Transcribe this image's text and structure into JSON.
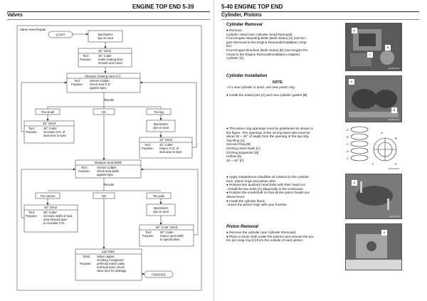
{
  "left_page": {
    "header": "ENGINE TOP END 5-39",
    "section": "Valves",
    "flowchart": {
      "title": "Valve Seat Repair",
      "start": "START",
      "machinist_dye": [
        "Machinist's",
        "dye on seat"
      ],
      "grind45_top": "45° Grind",
      "tool45_label": "Tool:",
      "tool45_value": "45° Cutter",
      "purpose_label": "Purpose:",
      "purpose45_lines": [
        "make seating area",
        "smooth and round"
      ],
      "measure_od": "Measure Seating Area O.D.",
      "tool_caliper": "Vernier Caliper",
      "purpose_od_lines": [
        "check seat O.D.",
        "against spec."
      ],
      "results1": "Results",
      "too_small": "Too small",
      "ok1": "OK",
      "too_big": "Too big",
      "grind45_small": "45° Grind",
      "purpose_small_lines": [
        "increase O.D. of",
        "seat area to spec"
      ],
      "machinist2": [
        "Machinist's",
        "dye on seat"
      ],
      "grind32": "32° Grind",
      "tool32": "32° Cutter",
      "purpose32_lines": [
        "reduce O.D. of",
        "seat area to spec"
      ],
      "measure_width": "Measure Seat Width",
      "purpose_width_lines": [
        "check seat width",
        "against spec"
      ],
      "results2": "Results",
      "too_narrow": "Too narrow",
      "ok2": "OK",
      "too_wide": "Too wide",
      "grind45_narrow": "45° Grind",
      "purpose_narrow_lines": [
        "increase width of seat",
        "area beyond spec",
        "to increase O.D."
      ],
      "machinist3": [
        "Machinist's",
        "dye on seat"
      ],
      "grind60": "60° or 55° Grind",
      "tool60": "60° Cutter",
      "purpose60_lines": [
        "reduce seat width",
        "to specification"
      ],
      "lap_valve": "Lap Valve",
      "tools_label": "Tools:",
      "lap_tools_lines": [
        "Valve Lapper,",
        "Grinding Compound"
      ],
      "lap_purpose_lines": [
        "perfectly match valve",
        "and seat area, check",
        "valve face for damage."
      ],
      "finished": "FINISHED"
    }
  },
  "right_page": {
    "header": "5-40 ENGINE TOP END",
    "section": "Cylinder, Pistons",
    "removal": {
      "title": "Cylinder Removal",
      "lines": [
        "● Remove:",
        "    Cylinder Head (see Cylinder Head Removal)",
        "    Front Engine Mounting Bolts (Both Sides) [A] (see En-",
        "    gine Removal in the Engine Removal/Installation chap-",
        "    ter)",
        "    Front Engine Brackets (Both Sides) [B] (see Engine Re-",
        "    moval in the Engine Removal/Installation chapter)",
        "    Cylinder [C]"
      ]
    },
    "installation": {
      "title": "Cylinder Installation",
      "note_title": "NOTE",
      "note_line": "○If a new cylinder is used, use new piston ring.",
      "lines1": [
        "● Install the dowel pins [A] and new cylinder gasket [B]."
      ],
      "lines2": [
        "● The piston ring openings must be positioned as shown in",
        "   the figure. The openings of the oil ring steel rails must be",
        "   about 30 ~ 40° of angle from the opening of the top ring.",
        "   Top Ring [A]",
        "   Second Ring [B]",
        "   Oil Ring Steel Rails [C]",
        "   Oil Ring Expander [D]",
        "   Hollow [E]",
        "   30 ~ 40° [F]"
      ],
      "lines3": [
        "● Apply molybdenum disulfide oil solution to the cylinder",
        "   bore, piston rings and piston skirt.",
        "● Prepare two auxiliary head bolts with their head cut.",
        "○Install the two bolts [A] diagonally in the crankcase.",
        "● Position the crankshaft so that all the piston heads are",
        "   almost level.",
        "● Install the cylinder block.",
        "○Insert the piston rings with your thumbs."
      ]
    },
    "piston_removal": {
      "title": "Piston Removal",
      "lines": [
        "● Remove the cylinder (see Cylinder Removal).",
        "● Place a clean cloth under the pistons and remove the pis-",
        "   ton pin snap ring [A] from the outside of each piston."
      ]
    },
    "figures": {
      "fig1_code": "GE080000S1",
      "fig2_code": "GE080100S1",
      "fig3_code": "GP06040S1",
      "fig4_code": "GE08020S1",
      "fig5_code": "GE08030S1"
    }
  },
  "colors": {
    "text": "#111111",
    "photo": "#6b6b6b",
    "line": "#222222"
  }
}
